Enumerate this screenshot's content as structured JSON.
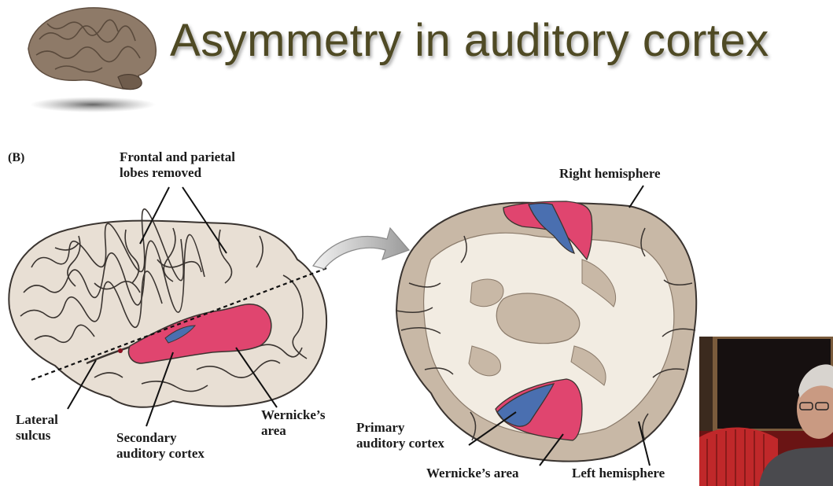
{
  "slide": {
    "title": "Asymmetry in auditory cortex"
  },
  "figure": {
    "panel_label": "(B)",
    "labels": {
      "frontal_parietal": "Frontal and parietal\nlobes removed",
      "right_hemisphere": "Right hemisphere",
      "left_hemisphere": "Left hemisphere",
      "lateral_sulcus": "Lateral\nsulcus",
      "secondary_auditory": "Secondary\nauditory cortex",
      "wernicke_left": "Wernicke’s\narea",
      "primary_auditory": "Primary\nauditory cortex",
      "wernicke_right": "Wernicke’s area"
    },
    "colors": {
      "wernicke": "#e0456f",
      "primary": "#4a6fb0",
      "brain": "#e8dfd4",
      "white_matter": "#f2ece2",
      "gray_matter": "#c8b8a6"
    }
  }
}
